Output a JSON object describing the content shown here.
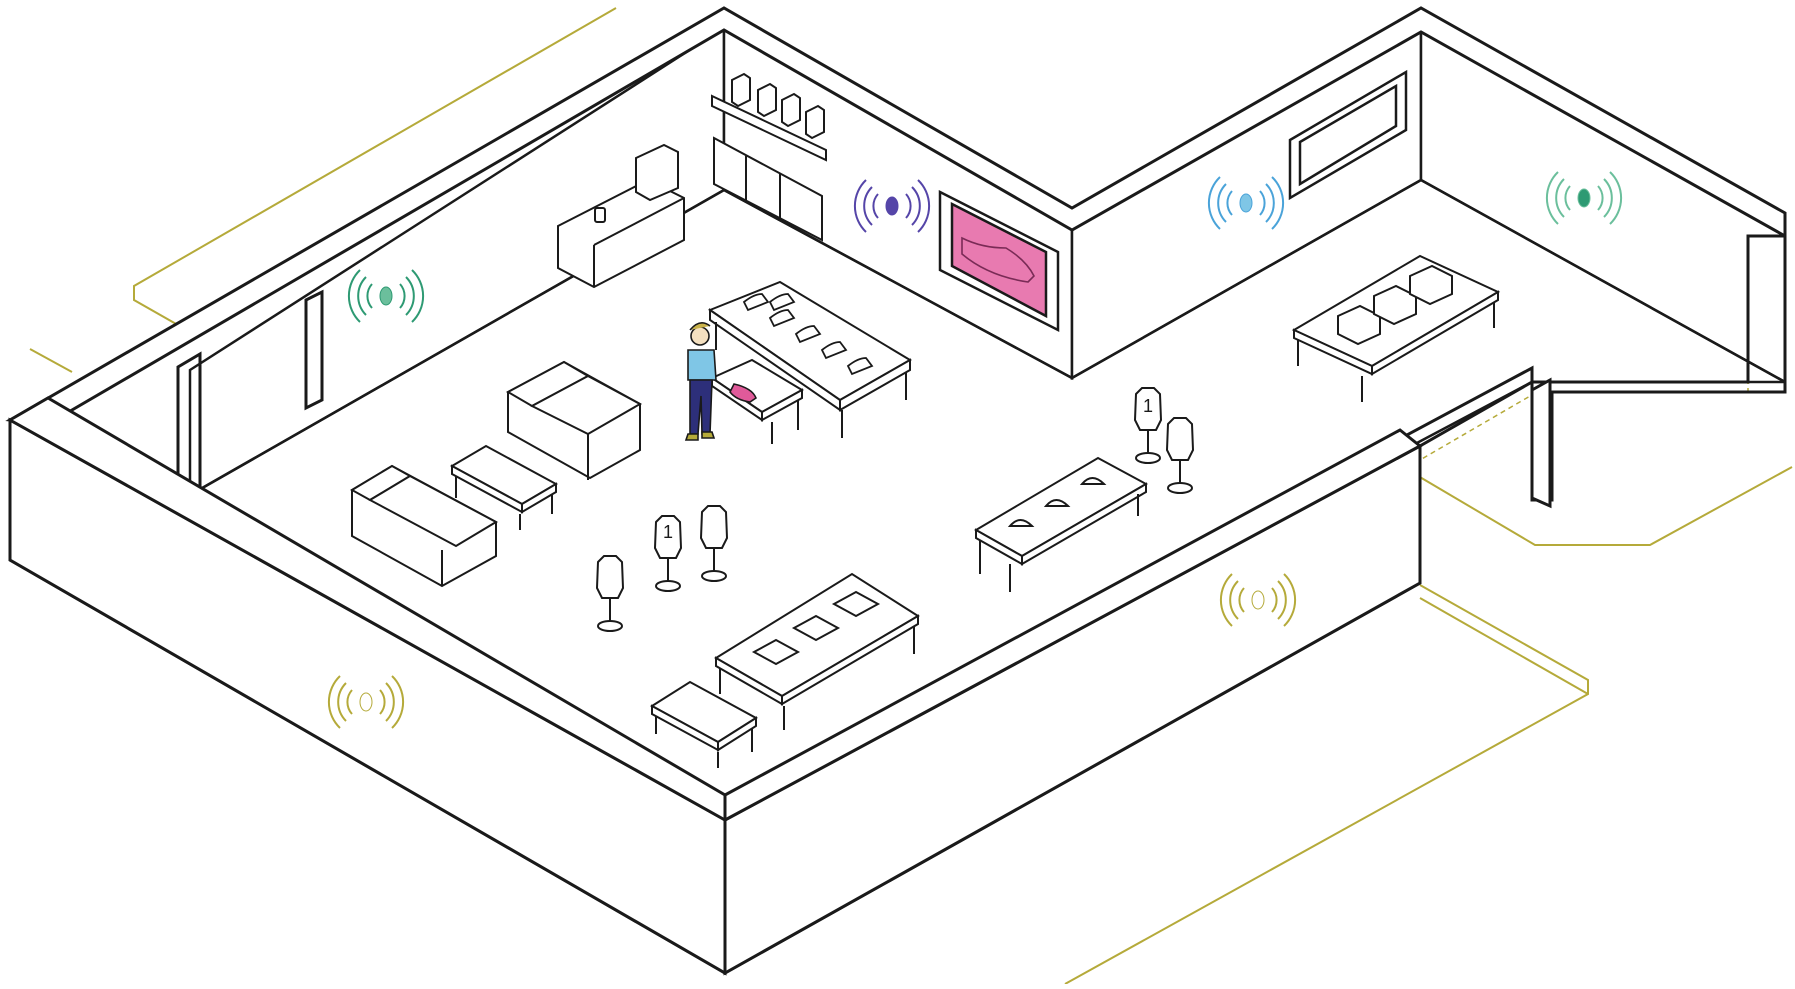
{
  "diagram": {
    "kind": "isometric-store-floor-plan",
    "colors": {
      "outline": "#1a1a1a",
      "floor": "#ffffff",
      "wall_face": "#ffffff",
      "exterior_path": "#b5aa3a",
      "beacon_green": "#2e9a73",
      "beacon_violet": "#5545a8",
      "beacon_blue": "#4aa3d9",
      "beacon_teal": "#6bbf9c",
      "beacon_yellow": "#b5aa3a",
      "display_screen": "#e87ab0",
      "shopper_shirt": "#7fc6e6",
      "shopper_pants": "#2d2f7a",
      "held_shoe": "#e05a9a"
    },
    "beacons": [
      {
        "id": "beacon-left-wall",
        "color": "beacon_green"
      },
      {
        "id": "beacon-back-wall",
        "color": "beacon_violet"
      },
      {
        "id": "beacon-right-back-wall",
        "color": "beacon_blue"
      },
      {
        "id": "beacon-far-right-wall",
        "color": "beacon_teal"
      },
      {
        "id": "beacon-front-left-wall",
        "color": "beacon_yellow"
      },
      {
        "id": "beacon-front-right-wall",
        "color": "beacon_yellow"
      }
    ],
    "mannequin_jersey_number": "1",
    "fixtures": [
      "coffee-counter",
      "wall-shelf",
      "wall-cabinet",
      "shoe-display-screen",
      "framed-wall-screen",
      "shoe-table",
      "bag-table",
      "sofa-back",
      "sofa-front",
      "coffee-table",
      "cap-table",
      "apparel-table",
      "bench",
      "mannequins"
    ]
  }
}
